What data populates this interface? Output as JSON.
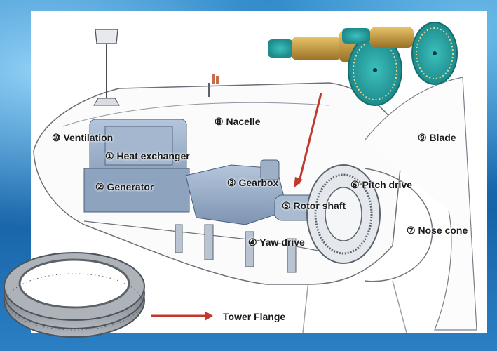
{
  "labels": {
    "ventilation": "⑩ Ventilation",
    "nacelle": "⑧ Nacelle",
    "blade": "⑨ Blade",
    "heat_exchanger": "① Heat exchanger",
    "generator": "② Generator",
    "gearbox": "③ Gearbox",
    "pitch_drive": "⑥ Pitch drive",
    "rotor_shaft": "⑤ Rotor shaft",
    "nose_cone": "⑦ Nose cone",
    "yaw_drive": "④ Yaw drive",
    "tower_flange": "Tower Flange"
  },
  "colors": {
    "arrow": "#c0392b",
    "shaft_teal": "#2aa7a6",
    "shaft_gold": "#b8933a",
    "flange_steel": "#7a7f86",
    "machinery": "#8fa6c2"
  }
}
